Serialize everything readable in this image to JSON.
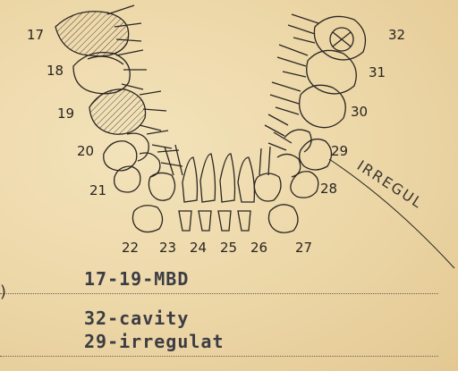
{
  "tooth_labels": {
    "t17": "17",
    "t18": "18",
    "t19": "19",
    "t20": "20",
    "t21": "21",
    "t22": "22",
    "t23": "23",
    "t24": "24",
    "t25": "25",
    "t26": "26",
    "t27": "27",
    "t28": "28",
    "t29": "29",
    "t30": "30",
    "t31": "31",
    "t32": "32"
  },
  "annotation": "IRREGUL",
  "notes": [
    "17-19-MBD",
    "32-cavity",
    "29-irregulat"
  ],
  "paren": ")"
}
